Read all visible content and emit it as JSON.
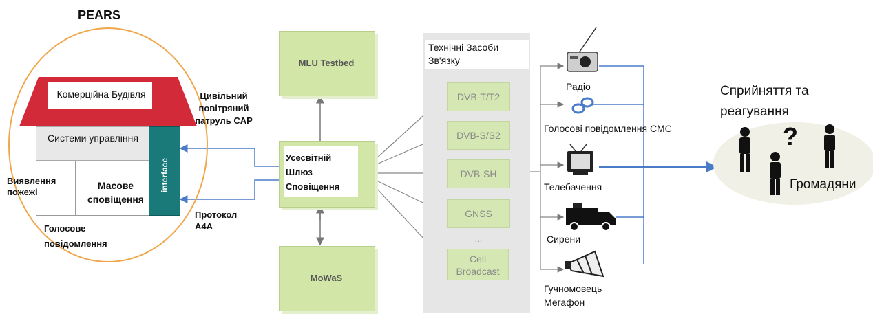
{
  "pears": {
    "title": "PEARS",
    "building_title": "Комерційна Будівля",
    "control_systems": "Системи управління",
    "interface": "interface",
    "fire_detection": "Виявлення пожежі",
    "mass_alert": "Масове сповіщення",
    "voice_message": "Голосове повідомлення"
  },
  "protocols": {
    "cap": "Цивільний повітряний патруль CAP",
    "a4a": "Протокол A4A"
  },
  "gateway": {
    "label": "Усесвітній Шлюз Сповіщення",
    "testbed": "MLU Testbed",
    "mowas": "MoWaS"
  },
  "tech": {
    "title": "Технічні Засоби Зв'язку",
    "items": [
      "DVB-T/T2",
      "DVB-S/S2",
      "DVB-SH",
      "GNSS",
      "Cell Broadcast"
    ],
    "ellipsis": "..."
  },
  "channels": {
    "radio": "Радіо",
    "voice_sms": "Голосові повідомлення СМС",
    "tv": "Телебачення",
    "sirens": "Сирени",
    "loudspeaker": "Гучномовець Мегафон"
  },
  "audience": {
    "perception": "Сприйняття та реагування",
    "question": "?",
    "citizens": "Громадяни"
  },
  "colors": {
    "orange": "#f0a64b",
    "roof": "#d32a3a",
    "teal": "#1a7a7a",
    "blue_arrow": "#4a7bc8",
    "green_box": "#d2e6a8"
  }
}
